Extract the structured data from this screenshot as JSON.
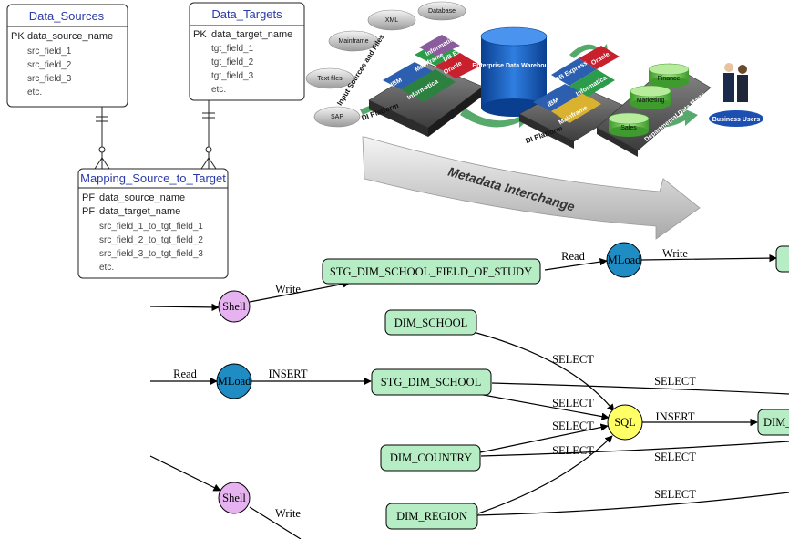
{
  "er": {
    "data_sources": {
      "title": "Data_Sources",
      "key_label": "PK",
      "key_field": "data_source_name",
      "fields": [
        "src_field_1",
        "src_field_2",
        "src_field_3",
        "etc."
      ]
    },
    "data_targets": {
      "title": "Data_Targets",
      "key_label": "PK",
      "key_field": "data_target_name",
      "fields": [
        "tgt_field_1",
        "tgt_field_2",
        "tgt_field_3",
        "etc."
      ]
    },
    "mapping": {
      "title": "Mapping_Source_to_Target",
      "key1_label": "PF",
      "key1_field": "data_source_name",
      "key2_label": "PF",
      "key2_field": "data_target_name",
      "fields": [
        "src_field_1_to_tgt_field_1",
        "src_field_2_to_tgt_field_2",
        "src_field_3_to_tgt_field_3",
        "etc."
      ]
    }
  },
  "architecture": {
    "inputs": [
      "XML",
      "Database",
      "Mainframe",
      "Text files",
      "SAP"
    ],
    "input_caption": "Input Sources and Files",
    "di_platform": "DI Platform",
    "puzzle_left": [
      "IBM",
      "DB Express",
      "Informatica",
      "Oracle",
      "Informatica",
      "Mainframe"
    ],
    "puzzle_right": [
      "DB Express",
      "Oracle",
      "Informatica",
      "IBM",
      "Mainframe"
    ],
    "warehouse": "Enterprise Data Warehouse",
    "marts": [
      "Finance",
      "Marketing",
      "Sales"
    ],
    "marts_caption": "Departmental Data Marts",
    "users": "Business Users",
    "metadata": "Metadata Interchange"
  },
  "flow": {
    "nodes": {
      "stg_field": "STG_DIM_SCHOOL_FIELD_OF_STUDY",
      "mload_top": "MLoad",
      "shell_top": "Shell",
      "dim_school": "DIM_SCHOOL",
      "mload_mid": "MLoad",
      "stg_school": "STG_DIM_SCHOOL",
      "sql": "SQL",
      "dim_right": "DIM_",
      "dim_country": "DIM_COUNTRY",
      "shell_bottom": "Shell",
      "dim_region": "DIM_REGION"
    },
    "edges": {
      "write_shell": "Write",
      "read_top": "Read",
      "write_top": "Write",
      "read_mid": "Read",
      "insert_mid": "INSERT",
      "select_school": "SELECT",
      "select_stg_sql": "SELECT",
      "select_stg_right": "SELECT",
      "select_country_sql": "SELECT",
      "select_region_sql": "SELECT",
      "insert_sql": "INSERT",
      "select_country_right": "SELECT",
      "select_region_right": "SELECT",
      "write_bottom": "Write"
    }
  },
  "colors": {
    "table_fill": "#b7edc4",
    "shell_fill": "#e6b3f0",
    "mload_fill": "#1f8dc4",
    "sql_fill": "#ffff66",
    "er_title": "#2a3aa8"
  }
}
